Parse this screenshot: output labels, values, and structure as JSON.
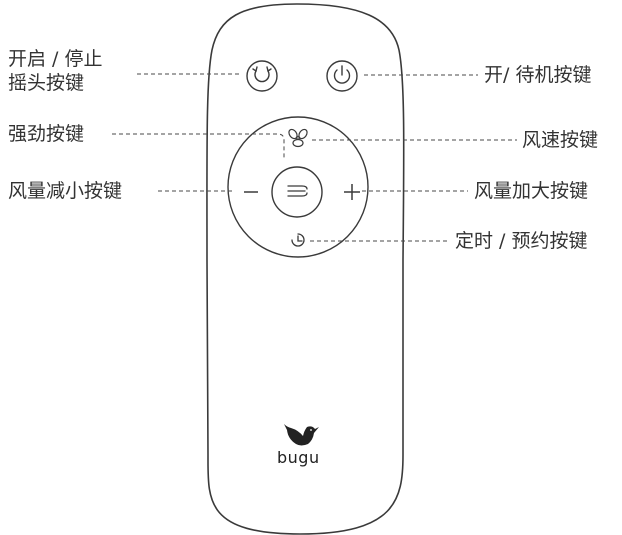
{
  "labels": {
    "swing_line1": "开启 / 停止",
    "swing_line2": "摇头按键",
    "power": "开/ 待机按键",
    "strong": "强劲按键",
    "fan_speed": "风速按键",
    "wind_down": "风量减小按键",
    "wind_up": "风量加大按键",
    "timer": "定时 / 预约按键"
  },
  "brand": {
    "name": "bugu"
  },
  "icons": {
    "swing": "swing-rotate-icon",
    "power": "power-icon",
    "fan": "fan-icon",
    "center": "wind-icon",
    "minus": "minus-icon",
    "plus": "plus-icon",
    "timer": "timer-icon",
    "logo": "bird-logo-icon"
  },
  "colors": {
    "stroke": "#3a3a3a",
    "leader": "#4a4a4a",
    "text": "#333333"
  }
}
